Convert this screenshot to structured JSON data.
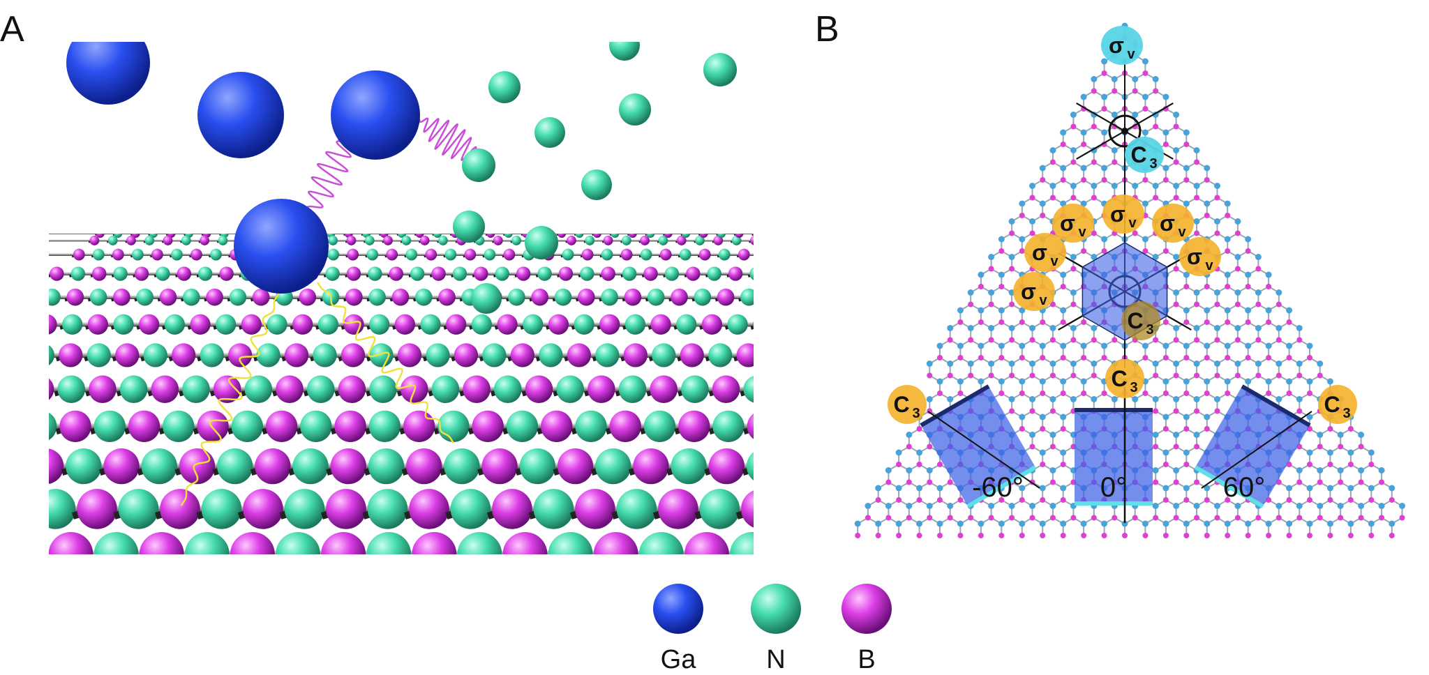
{
  "panels": {
    "a_label": "A",
    "b_label": "B"
  },
  "legend": [
    {
      "label": "Ga",
      "color": "#1c3fd6"
    },
    {
      "label": "N",
      "color": "#3fd6a2"
    },
    {
      "label": "B",
      "color": "#d83ae0"
    }
  ],
  "colors": {
    "ga": "#1c3fd6",
    "n": "#3fd6a2",
    "b": "#d83ae0",
    "lattice_n": "#4aa3d8",
    "lattice_b": "#e040d0",
    "sigma_top": "#57d4e6",
    "c3_top": "#57d4e6",
    "badge": "#f5b12a",
    "domain_fill": "#3f63e6",
    "domain_edge": "#5fe0e6",
    "phonon": "#c94fd8",
    "electron": "#f0e040"
  },
  "panel_b": {
    "sigma_symbol": "σ",
    "sigma_sub": "v",
    "c3_symbol": "C",
    "c3_sub": "3",
    "angles": [
      "-60°",
      "0°",
      "60°"
    ]
  }
}
